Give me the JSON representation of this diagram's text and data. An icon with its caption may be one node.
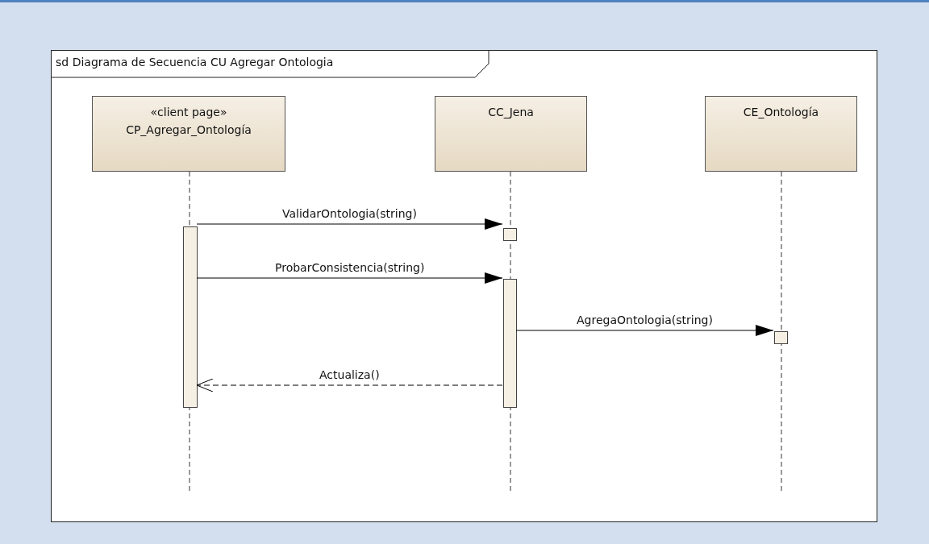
{
  "diagram": {
    "nodes": [
      {
        "text": [
          "sd Diagrama de Secuencia CU Agregar Ontologia"
        ]
      },
      {
        "text": [
          "«client page»",
          "CP_Agregar_Ontología"
        ],
        "in": 0
      },
      {
        "text": [
          "CC_Jena"
        ],
        "in": 0
      },
      {
        "text": [
          "CE_Ontología"
        ],
        "in": 0
      },
      {
        "text": [],
        "shape": "bar",
        "in": 0
      },
      {
        "text": [],
        "shape": "bar",
        "in": 0
      },
      {
        "text": [],
        "shape": "bar",
        "in": 0
      },
      {
        "text": [],
        "shape": "bar",
        "in": 0
      }
    ],
    "edges": [
      {
        "from": 4,
        "to": 5,
        "arrow": "to",
        "label": "ValidarOntologia(string)"
      },
      {
        "from": 4,
        "to": 6,
        "arrow": "to",
        "label": "ProbarConsistencia(string)"
      },
      {
        "from": 6,
        "to": 7,
        "arrow": "to",
        "label": "AgregaOntologia(string)"
      },
      {
        "from": 6,
        "to": 4,
        "arrow": "to",
        "label": "Actualiza()",
        "style": "dashed"
      }
    ]
  }
}
